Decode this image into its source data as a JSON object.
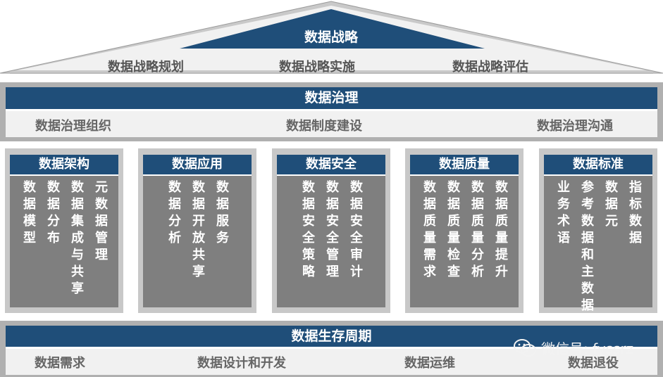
{
  "strategy": {
    "title": "数据战略",
    "items": [
      "数据战略规划",
      "数据战略实施",
      "数据战略评估"
    ]
  },
  "governance": {
    "title": "数据治理",
    "items": [
      "数据治理组织",
      "数据制度建设",
      "数据治理沟通"
    ]
  },
  "pillars": [
    {
      "title": "数据架构",
      "columns": [
        "数据模型",
        "数据分布",
        "数据集成与共享",
        "元数据管理"
      ]
    },
    {
      "title": "数据应用",
      "columns": [
        "数据分析",
        "数据开放共享",
        "数据服务"
      ]
    },
    {
      "title": "数据安全",
      "columns": [
        "数据安全策略",
        "数据安全管理",
        "数据安全审计"
      ]
    },
    {
      "title": "数据质量",
      "columns": [
        "数据质量需求",
        "数据质量检查",
        "数据质量分析",
        "数据质量提升"
      ]
    },
    {
      "title": "数据标准",
      "columns": [
        "业务术语",
        "参考数据和主数据",
        "数据元",
        "指标数据"
      ]
    }
  ],
  "lifecycle": {
    "title": "数据生存周期",
    "items": [
      "数据需求",
      "数据设计和开发",
      "数据运维",
      "数据退役"
    ]
  },
  "watermark": {
    "text": "微信号: fyssrz",
    "icon": "wechat-icon"
  },
  "colors": {
    "title_bar": "#1f4e79",
    "pillar_body": "#7f7f7f",
    "band_gray": "#b0b0b0",
    "band_light": "#f1f1f1"
  }
}
